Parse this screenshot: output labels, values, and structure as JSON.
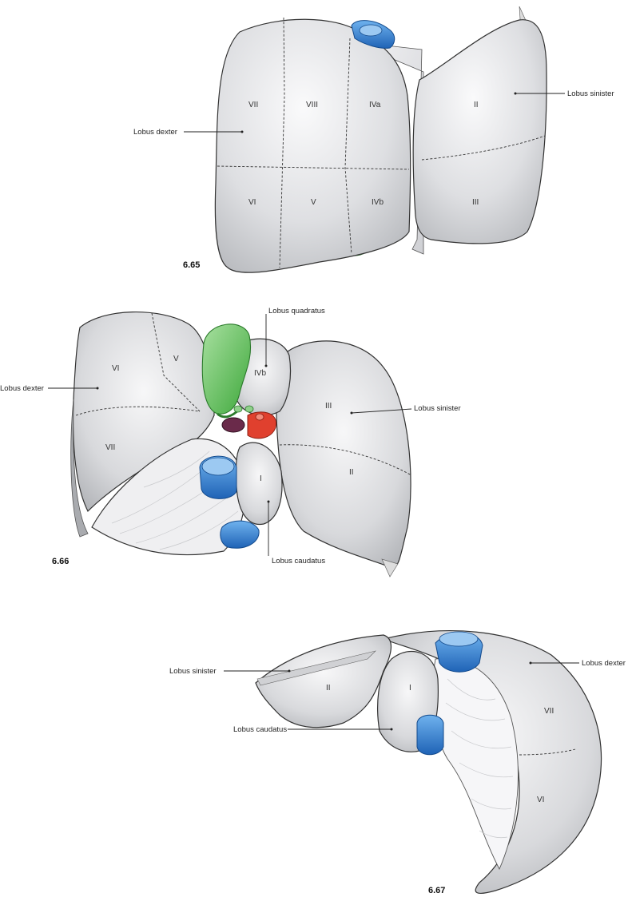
{
  "figures": [
    {
      "id": "6.65",
      "number": "6.65",
      "labels": [
        "Lobus dexter",
        "Lobus sinister"
      ],
      "segments": [
        "VII",
        "VIII",
        "IVa",
        "II",
        "VI",
        "V",
        "IVb",
        "III"
      ]
    },
    {
      "id": "6.66",
      "number": "6.66",
      "labels": [
        "Lobus quadratus",
        "Lobus dexter",
        "Lobus sinister",
        "Lobus caudatus"
      ],
      "segments": [
        "VI",
        "V",
        "IVb",
        "III",
        "VII",
        "I",
        "II"
      ]
    },
    {
      "id": "6.67",
      "number": "6.67",
      "labels": [
        "Lobus sinister",
        "Lobus dexter",
        "Lobus caudatus"
      ],
      "segments": [
        "II",
        "I",
        "VII",
        "VI"
      ]
    }
  ],
  "colors": {
    "liver": "#dcdde0",
    "liver_light": "#f2f2f4",
    "vein": "#2f7fd0",
    "gallbladder": "#6cc46a",
    "artery": "#e0402e",
    "portal": "#6a2a4a"
  }
}
